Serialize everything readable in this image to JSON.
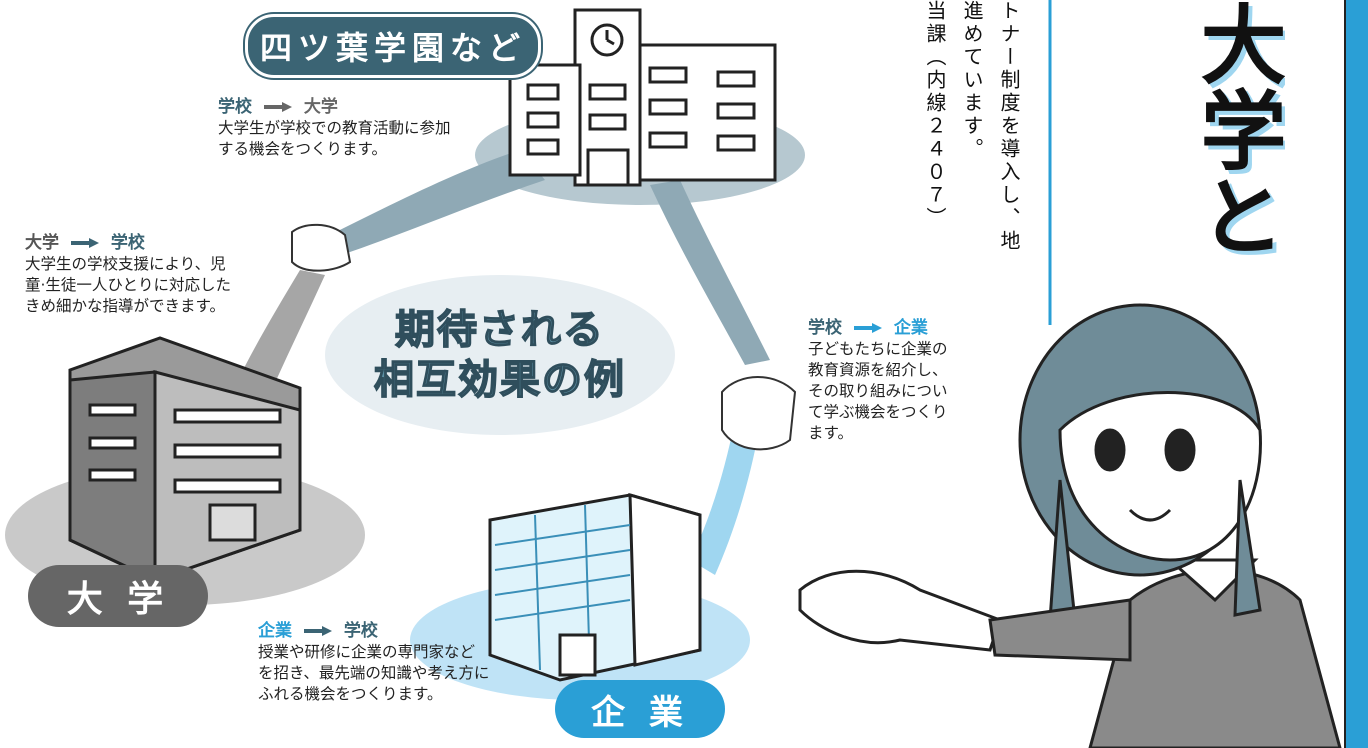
{
  "nodes": {
    "school": {
      "label": "四ツ葉学園など"
    },
    "university": {
      "label": "大 学"
    },
    "company": {
      "label": "企 業"
    }
  },
  "center_title": {
    "line1": "期待される",
    "line2": "相互効果の例"
  },
  "captions": {
    "school_to_univ": {
      "from": "学校",
      "to": "大学",
      "body": "大学生が学校での教育活動に参加する機会をつくります。"
    },
    "univ_to_school": {
      "from": "大学",
      "to": "学校",
      "body": "大学生の学校支援により、児童·生徒一人ひとりに対応したきめ細かな指導ができます。"
    },
    "school_to_company": {
      "from": "学校",
      "to": "企業",
      "body": "子どもたちに企業の教育資源を紹介し、その取り組みについて学ぶ機会をつくります。"
    },
    "company_to_school": {
      "from": "企業",
      "to": "学校",
      "body": "授業や研修に企業の専門家などを招き、最先端の知識や考え方にふれる機会をつくります。"
    }
  },
  "vertical_text": {
    "col1": "トナー制度を導入し、地",
    "col2": "進めています。",
    "col3": "当課（内線２４０７）"
  },
  "headline_vertical": "大学と",
  "colors": {
    "school": "#3b6474",
    "university": "#666666",
    "company": "#2a9fd6",
    "accent": "#2a9fd6"
  }
}
